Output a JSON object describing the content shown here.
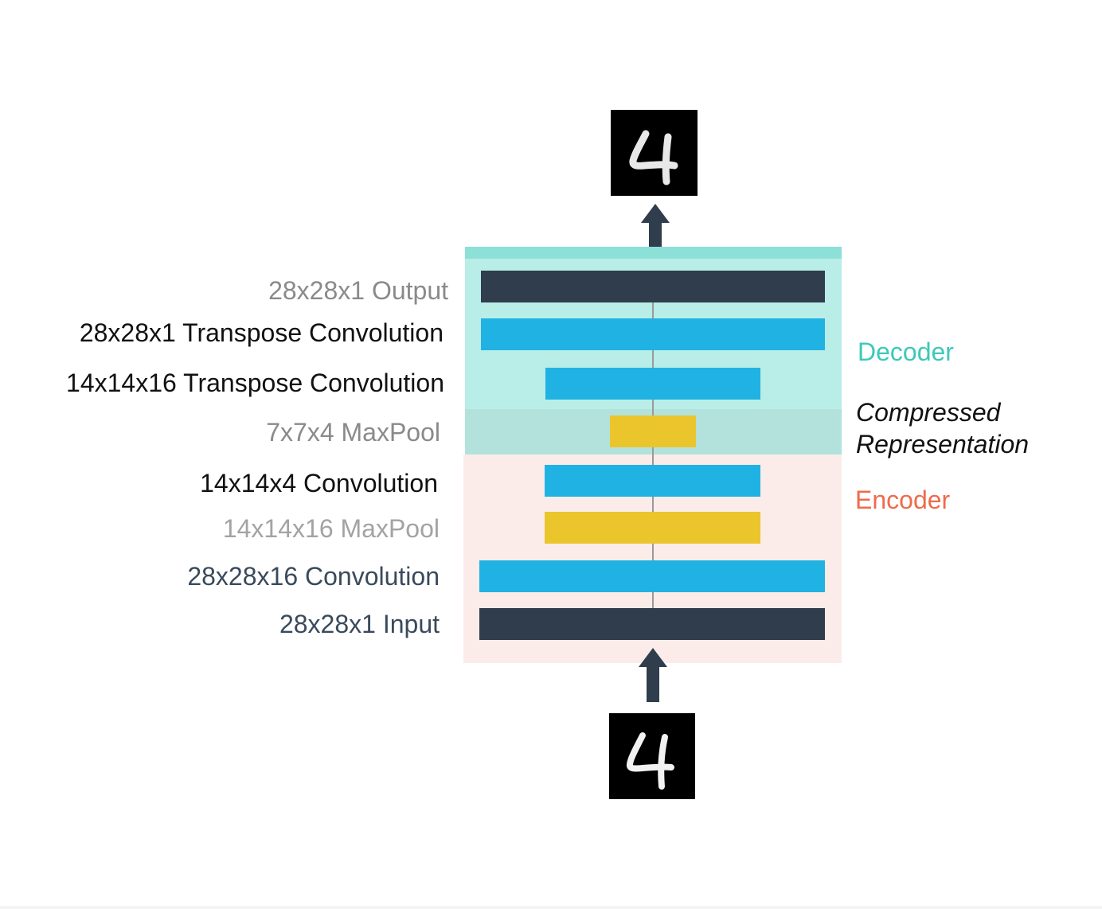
{
  "regions": {
    "decoder_label": "Decoder",
    "compressed_label_line1": "Compressed",
    "compressed_label_line2": "Representation",
    "encoder_label": "Encoder"
  },
  "layers": [
    {
      "label": "28x28x1 Output",
      "kind": "output"
    },
    {
      "label": "28x28x1 Transpose Convolution",
      "kind": "transpose-convolution"
    },
    {
      "label": "14x14x16 Transpose Convolution",
      "kind": "transpose-convolution"
    },
    {
      "label": "7x7x4 MaxPool",
      "kind": "maxpool"
    },
    {
      "label": "14x14x4 Convolution",
      "kind": "convolution"
    },
    {
      "label": "14x14x16 MaxPool",
      "kind": "maxpool"
    },
    {
      "label": "28x28x16 Convolution",
      "kind": "convolution"
    },
    {
      "label": "28x28x1 Input",
      "kind": "input"
    }
  ],
  "images": {
    "output_digit": "4",
    "input_digit": "4"
  },
  "colors": {
    "decoder": "#b9ede7",
    "compressed": "#b2e2db",
    "encoder": "#fbece9",
    "io_layer": "#2f3d4c",
    "conv_layer": "#20b2e3",
    "pool_layer": "#ebc52c"
  }
}
